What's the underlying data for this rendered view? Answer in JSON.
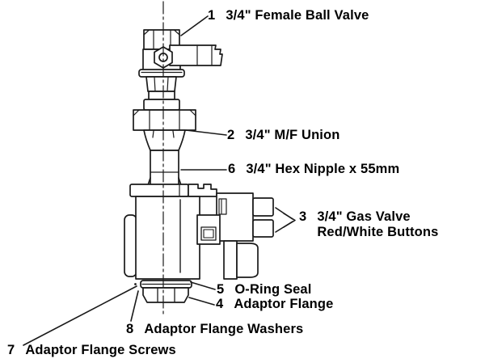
{
  "diagram": {
    "colors": {
      "line": "#1a1a1a",
      "background": "#ffffff",
      "text": "#000000"
    },
    "callouts": [
      {
        "num": "1",
        "label": "3/4\" Female Ball Valve"
      },
      {
        "num": "2",
        "label": "3/4\" M/F Union"
      },
      {
        "num": "6",
        "label": "3/4\" Hex Nipple x 55mm"
      },
      {
        "num": "3",
        "label": "3/4\" Gas Valve",
        "label2": "Red/White Buttons"
      },
      {
        "num": "5",
        "label": "O-Ring Seal"
      },
      {
        "num": "4",
        "label": "Adaptor Flange"
      },
      {
        "num": "8",
        "label": "Adaptor Flange Washers"
      },
      {
        "num": "7",
        "label": "Adaptor Flange Screws"
      }
    ]
  }
}
